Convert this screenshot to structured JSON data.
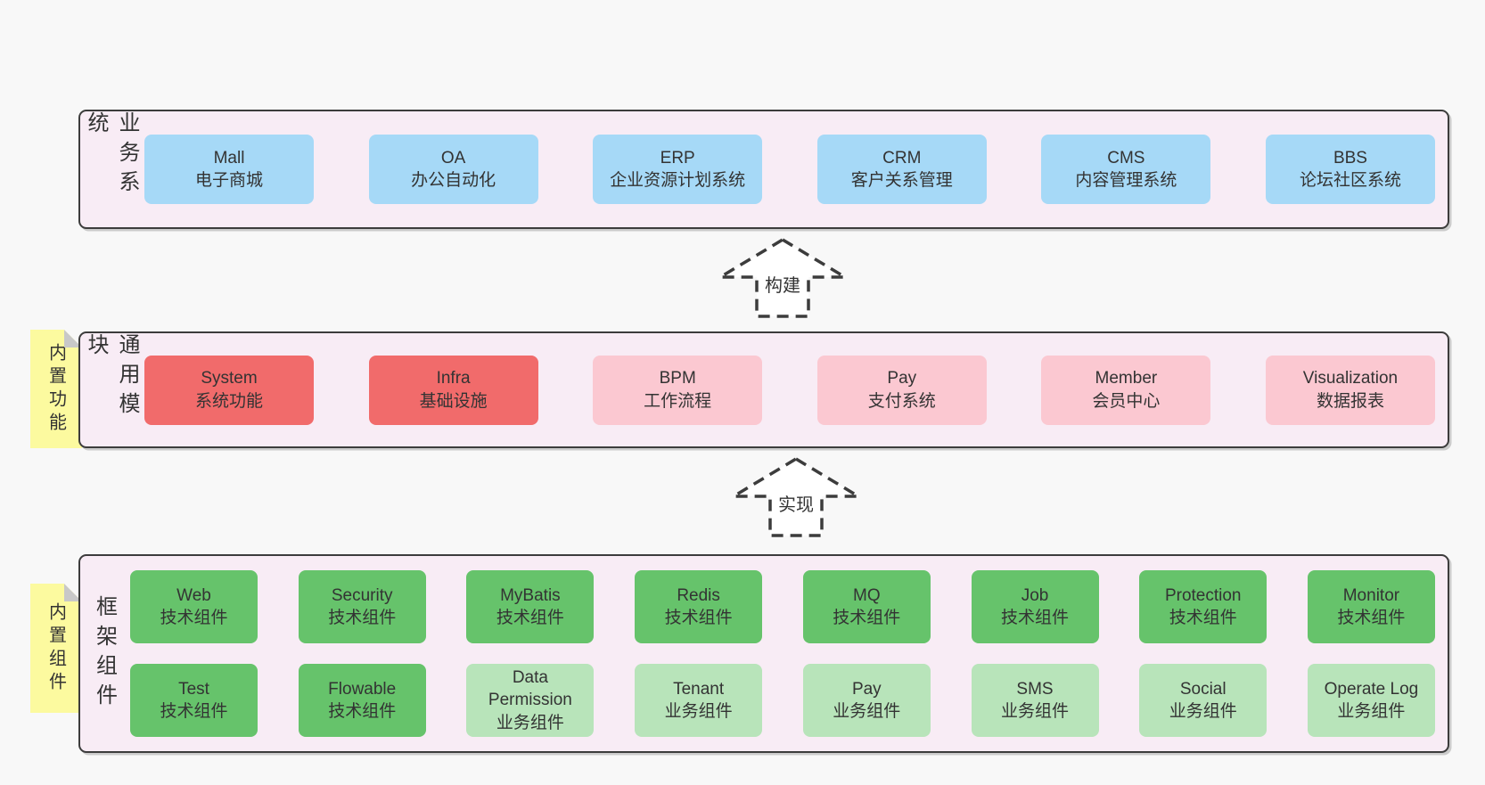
{
  "colors": {
    "page_bg": "#f8f8f8",
    "band_bg": "#f8ecf5",
    "border_dark": "#3c3c3c",
    "box_blue": "#a6d9f7",
    "box_red": "#f16b6b",
    "box_pink": "#fbc8d1",
    "box_green_dark": "#66c36b",
    "box_green_light": "#b8e4ba",
    "note_yellow": "#fcfa9f",
    "note_fold_gray": "#c8c8c8"
  },
  "arrows": [
    {
      "label": "构建"
    },
    {
      "label": "实现"
    }
  ],
  "bands": {
    "business": {
      "label": "业务系统",
      "boxes": [
        {
          "title": "Mall",
          "subtitle": "电子商城",
          "variant": "blue"
        },
        {
          "title": "OA",
          "subtitle": "办公自动化",
          "variant": "blue"
        },
        {
          "title": "ERP",
          "subtitle": "企业资源计划系统",
          "variant": "blue"
        },
        {
          "title": "CRM",
          "subtitle": "客户关系管理",
          "variant": "blue"
        },
        {
          "title": "CMS",
          "subtitle": "内容管理系统",
          "variant": "blue"
        },
        {
          "title": "BBS",
          "subtitle": "论坛社区系统",
          "variant": "blue"
        }
      ]
    },
    "modules": {
      "label": "通用模块",
      "note": "内置功能",
      "boxes": [
        {
          "title": "System",
          "subtitle": "系统功能",
          "variant": "red"
        },
        {
          "title": "Infra",
          "subtitle": "基础设施",
          "variant": "red"
        },
        {
          "title": "BPM",
          "subtitle": "工作流程",
          "variant": "pink"
        },
        {
          "title": "Pay",
          "subtitle": "支付系统",
          "variant": "pink"
        },
        {
          "title": "Member",
          "subtitle": "会员中心",
          "variant": "pink"
        },
        {
          "title": "Visualization",
          "subtitle": "数据报表",
          "variant": "pink"
        }
      ]
    },
    "components": {
      "label": "框架组件",
      "note": "内置组件",
      "row1": [
        {
          "title": "Web",
          "subtitle": "技术组件",
          "variant": "green"
        },
        {
          "title": "Security",
          "subtitle": "技术组件",
          "variant": "green"
        },
        {
          "title": "MyBatis",
          "subtitle": "技术组件",
          "variant": "green"
        },
        {
          "title": "Redis",
          "subtitle": "技术组件",
          "variant": "green"
        },
        {
          "title": "MQ",
          "subtitle": "技术组件",
          "variant": "green"
        },
        {
          "title": "Job",
          "subtitle": "技术组件",
          "variant": "green"
        },
        {
          "title": "Protection",
          "subtitle": "技术组件",
          "variant": "green"
        },
        {
          "title": "Monitor",
          "subtitle": "技术组件",
          "variant": "green"
        }
      ],
      "row2": [
        {
          "title": "Test",
          "subtitle": "技术组件",
          "variant": "green"
        },
        {
          "title": "Flowable",
          "subtitle": "技术组件",
          "variant": "green"
        },
        {
          "title": "Data Permission",
          "subtitle": "业务组件",
          "variant": "green-light"
        },
        {
          "title": "Tenant",
          "subtitle": "业务组件",
          "variant": "green-light"
        },
        {
          "title": "Pay",
          "subtitle": "业务组件",
          "variant": "green-light"
        },
        {
          "title": "SMS",
          "subtitle": "业务组件",
          "variant": "green-light"
        },
        {
          "title": "Social",
          "subtitle": "业务组件",
          "variant": "green-light"
        },
        {
          "title": "Operate Log",
          "subtitle": "业务组件",
          "variant": "green-light"
        }
      ]
    }
  }
}
